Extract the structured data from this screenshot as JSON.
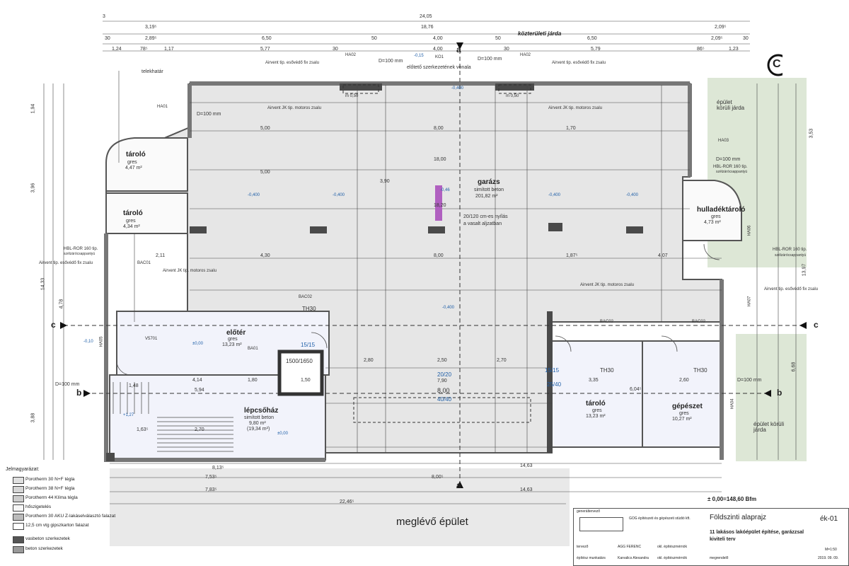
{
  "top_dims": {
    "overall": "24,05",
    "row1": [
      "3,19⁵",
      "18,76",
      "2,09⁵",
      "3"
    ],
    "row2": [
      "30",
      "2,89⁵",
      "6,50",
      "50",
      "4,00",
      "50",
      "6,50",
      "2,09⁵",
      "30"
    ],
    "row3": [
      "1,24",
      "78⁵",
      "1,17",
      "5,77",
      "30",
      "4,00",
      "30",
      "5,79",
      "86⁵",
      "1,23"
    ],
    "street": "közterületi járda"
  },
  "section_markers": {
    "a": "a",
    "b": "b",
    "c": "c",
    "C": "C"
  },
  "rooms": {
    "garazs": {
      "name": "garázs",
      "finish": "simított beton",
      "area": "201,82 m²"
    },
    "tarolo1": {
      "name": "tároló",
      "finish": "gres",
      "area": "4,47 m²"
    },
    "tarolo2": {
      "name": "tároló",
      "finish": "gres",
      "area": "4,34 m²"
    },
    "hulladek": {
      "name": "hulladéktároló",
      "finish": "gres",
      "area": "4,73 m²"
    },
    "eloter": {
      "name": "előtér",
      "finish": "gres",
      "area": "13,23 m²"
    },
    "lepcsohaz": {
      "name": "lépcsőház",
      "finish": "simított beton",
      "area": "9,80 m²",
      "area2": "(19,34 m²)"
    },
    "tarolo3": {
      "name": "tároló",
      "finish": "gres",
      "area": "13,23 m²"
    },
    "gepeszet": {
      "name": "gépészet",
      "finish": "gres",
      "area": "10,27 m²"
    }
  },
  "labels": {
    "telekhatar": "telekhatár",
    "eloteto": "előtető szerkezetének vonala",
    "airvent_fix": "Airvent tip. esővédő fix zsalu",
    "airvent_jk": "Airvent JK tip. motoros zsalu",
    "hbl": "HBL-ROR 160 tip.",
    "szelzarocs": "szélzárócsappantyú",
    "epulet_koruli": "épület körüli járda",
    "nyilas": "20/120 cm-es nyílás",
    "vasalt": "a vasalt aljzatban",
    "meglevo": "meglévő épület",
    "d100": "D=100 mm",
    "m050": "m 0,50",
    "lift": "1500/1650",
    "level": "± 0,00=148,60 Bfm",
    "th30": "TH30",
    "ha01": "HA01",
    "ha02": "HA02",
    "ha03": "HA03",
    "ha04": "HA04",
    "ha05": "HA05",
    "ha06": "HA06",
    "ha07": "HA07",
    "bac01": "BAC01",
    "bac02": "BAC02",
    "ba01": "BA01",
    "v5701": "V5701",
    "k01": "KO1",
    "elev_m040": "-0,400",
    "elev_m046": "-0,46",
    "elev_m015": "-0,15",
    "elev_000": "±0,00",
    "elev_127": "+1,27",
    "elev_m010": "-0,10",
    "ratio_1515": "15/15",
    "ratio_2020": "20/20",
    "ratio_4040": "40/40",
    "ratio_2540": "25/40",
    "ratio_1515b": "15/15"
  },
  "inner_dims": {
    "d500": "5,00",
    "d800": "8,00",
    "d1800": "18,00",
    "d390": "3,90",
    "d1820": "18,20",
    "d211": "2,11",
    "d430": "4,30",
    "d407": "4,07",
    "d187": "1,87⁵",
    "d170": "1,70",
    "d280": "2,80",
    "d250": "2,50",
    "d270": "2,70",
    "d790": "7,90",
    "d335": "3,35",
    "d260": "2,60",
    "d604": "6,04⁵",
    "d594": "5,94",
    "d270b": "2,70",
    "d148": "1,48",
    "d150": "1,50",
    "d180": "1,80",
    "d414": "4,14",
    "d163": "1,63⁵"
  },
  "bottom_dims": {
    "a": "8,13⁵",
    "b": "7,53⁵",
    "c": "8,00⁵",
    "d": "7,83⁵",
    "e": "14,63",
    "f": "14,63",
    "g": "22,46⁵"
  },
  "left_dims": {
    "a": "3,96",
    "b": "14,33",
    "c": "4,78",
    "d": "3,88",
    "e": "1,94"
  },
  "right_dims": {
    "a": "13,97",
    "b": "3,53",
    "c": "6,68"
  },
  "legend": {
    "title": "Jelmagyarázat:",
    "items": [
      {
        "label": "Porotherm 30 N+F tégla",
        "color": "#e0e0e0"
      },
      {
        "label": "Porotherm 38 N+F tégla",
        "color": "#d6d6d6"
      },
      {
        "label": "Porotherm 44 Klíma tégla",
        "color": "#cccccc"
      },
      {
        "label": "hőszigetelés",
        "color": "#f6f6f6"
      },
      {
        "label": "Porotherm 30 AKU Z-lakáselválasztó falazat",
        "color": "#bbbbbb"
      },
      {
        "label": "12,5 cm vtg gipszkarton falazat",
        "color": "#ffffff"
      },
      {
        "label": "vasbeton szerkezetek",
        "color": "#555555"
      },
      {
        "label": "beton szerkezetek",
        "color": "#999999"
      }
    ]
  },
  "title_block": {
    "generaltervezo": "generáltervező",
    "firm": "GOG építészeti és gépészeti stúdió kft.",
    "sheet_title": "Földszinti alaprajz",
    "sheet_no": "ék-01",
    "project": "11 lakásos lakóépület építése, garázzsal",
    "phase": "kiviteli terv",
    "tervezo": "tervező",
    "tervezo_name": "AGG FERENC",
    "munkatars": "építész munkatárs",
    "munkatars_name": "Karvalics Alexandra",
    "role": "okl. építészmérnök",
    "megrendelo": "megrendelő",
    "scale": "M=1:50",
    "date": "2019. 09. 09."
  },
  "colors": {
    "floor": "#e6e6e6",
    "room_light": "#f2f3fb",
    "room_white": "#fafafa",
    "wall": "#bdbdbd",
    "wall_dark": "#5a5a5a",
    "green": "#dde7d6",
    "dimline": "#333333",
    "blue": "#1f5fa8",
    "magenta": "#b060c0"
  }
}
